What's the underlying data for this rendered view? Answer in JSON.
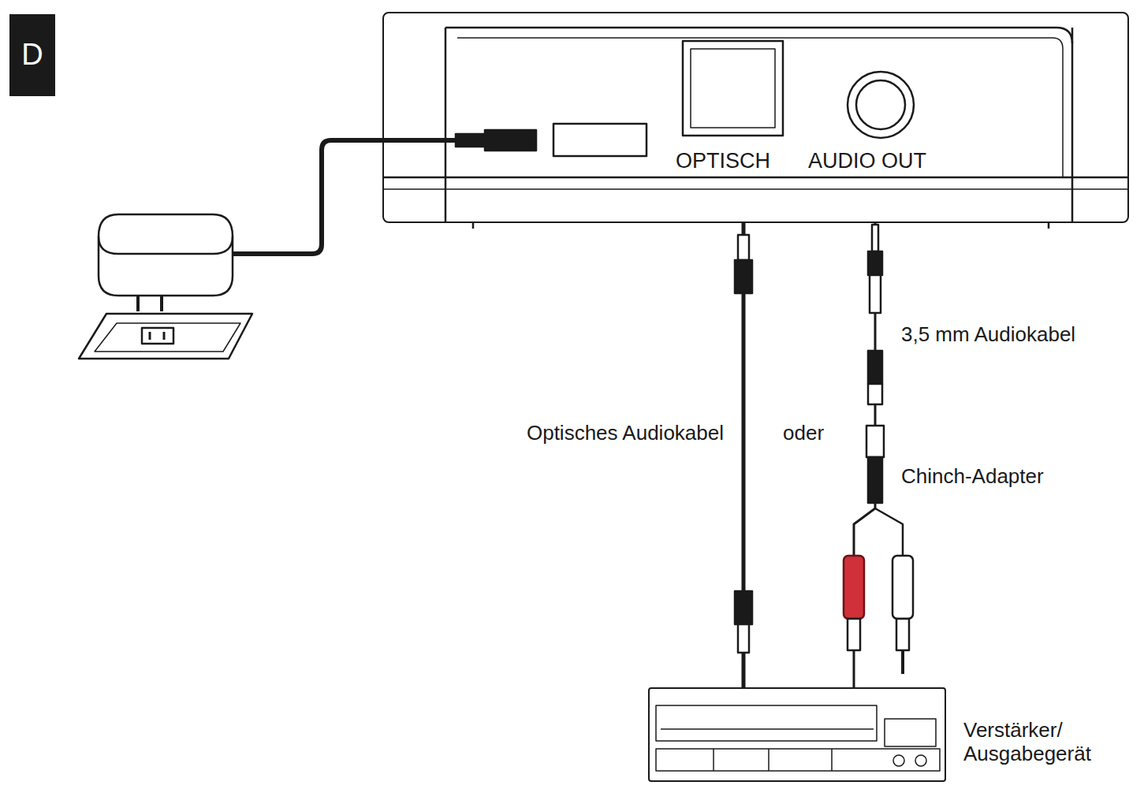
{
  "diagram": {
    "nodes": [
      {
        "text": [
          "D"
        ]
      },
      {
        "text": [
          "OPTISCH",
          "AUDIO OUT"
        ]
      },
      {
        "text": [
          "Verstärker/ Ausgabegerät"
        ]
      }
    ],
    "edges": [
      {
        "from": 1,
        "to": 2,
        "arrow": "none",
        "label": "Optisches Audiokabel"
      },
      {
        "from": 1,
        "to": 2,
        "arrow": "none",
        "label": "3,5 mm Audiokabel"
      }
    ],
    "labels": [
      "oder",
      "Chinch-Adapter"
    ]
  }
}
